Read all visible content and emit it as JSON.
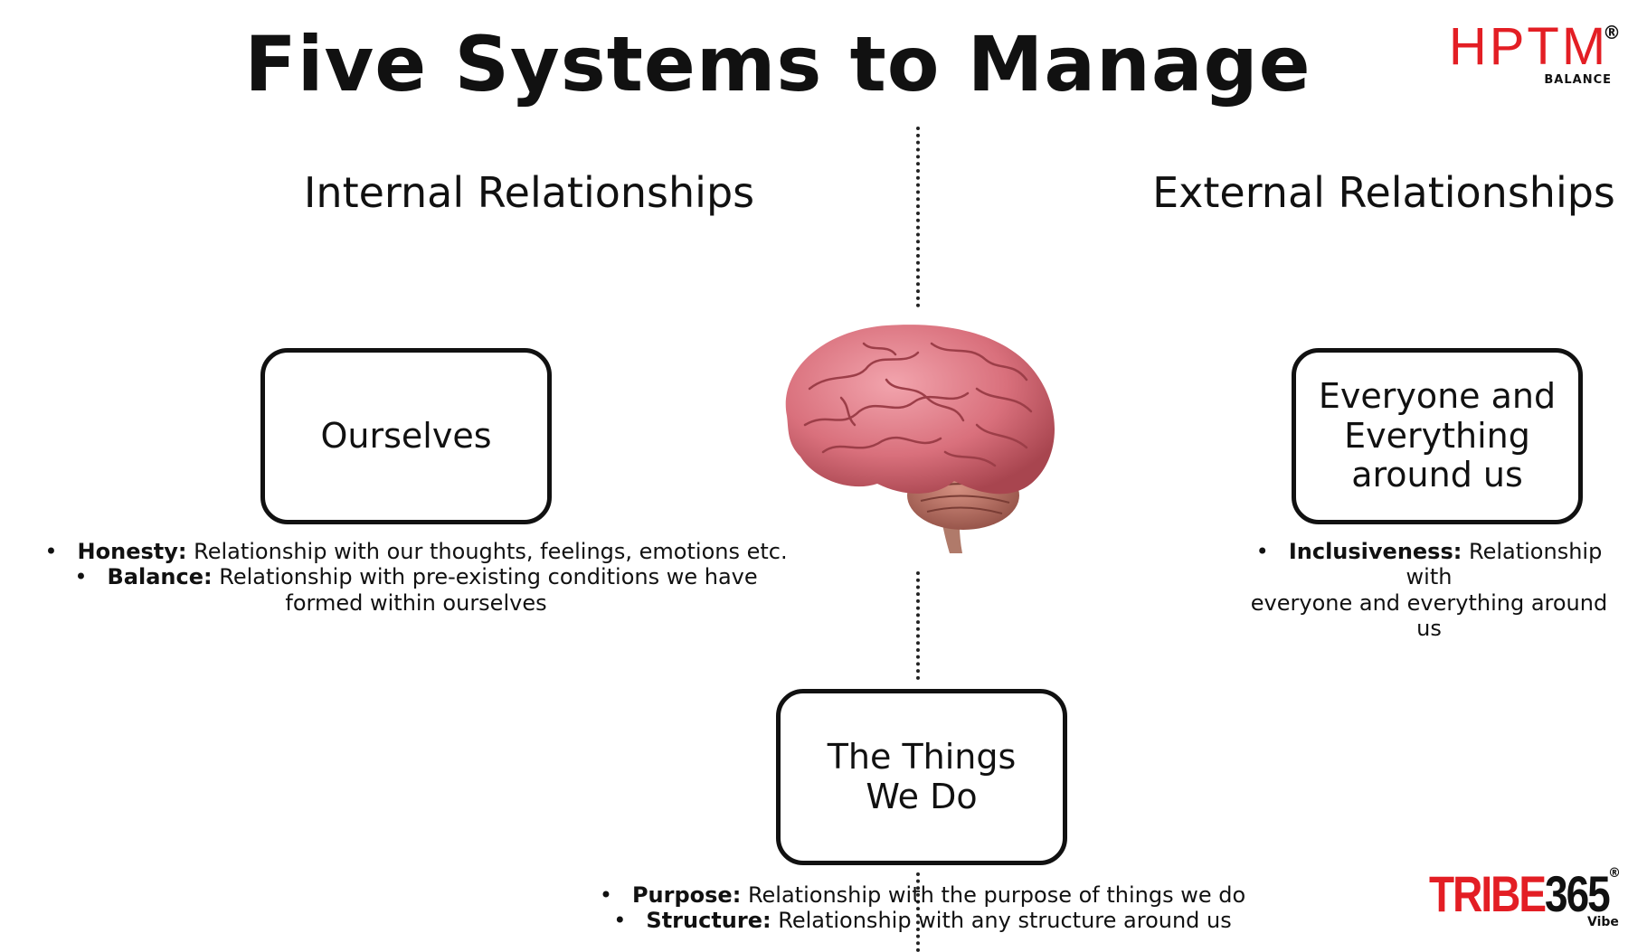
{
  "title": "Five Systems to Manage",
  "logo_top": {
    "text": "HPTM",
    "registered": "®",
    "subtext": "BALANCE",
    "color": "#e31e24"
  },
  "logo_bottom": {
    "text_red": "TRIBE",
    "text_dark": "365",
    "registered": "®",
    "subtext": "Vibe",
    "color": "#e31e24"
  },
  "headings": {
    "internal": "Internal Relationships",
    "external": "External Relationships"
  },
  "boxes": {
    "ourselves": "Ourselves",
    "everyone_line1": "Everyone and",
    "everyone_line2": "Everything",
    "everyone_line3": "around us",
    "things_line1": "The Things",
    "things_line2": "We Do"
  },
  "bullets": {
    "ourselves": [
      {
        "term": "Honesty:",
        "text": " Relationship with our thoughts, feelings, emotions etc."
      },
      {
        "term": "Balance:",
        "text": " Relationship with pre-existing conditions we have",
        "cont": "formed within ourselves"
      }
    ],
    "everyone": [
      {
        "term": "Inclusiveness:",
        "text": " Relationship with",
        "cont1": "everyone and everything around",
        "cont2": "us"
      }
    ],
    "things": [
      {
        "term": "Purpose:",
        "text": " Relationship with the purpose of things we do"
      },
      {
        "term": "Structure:",
        "text": " Relationship with any structure around us"
      }
    ]
  },
  "colors": {
    "brain": "#d9707c",
    "brain_dark": "#a8454f",
    "cerebellum": "#b36a5c",
    "stroke": "#111111"
  },
  "icons": {
    "center": "brain-icon"
  }
}
